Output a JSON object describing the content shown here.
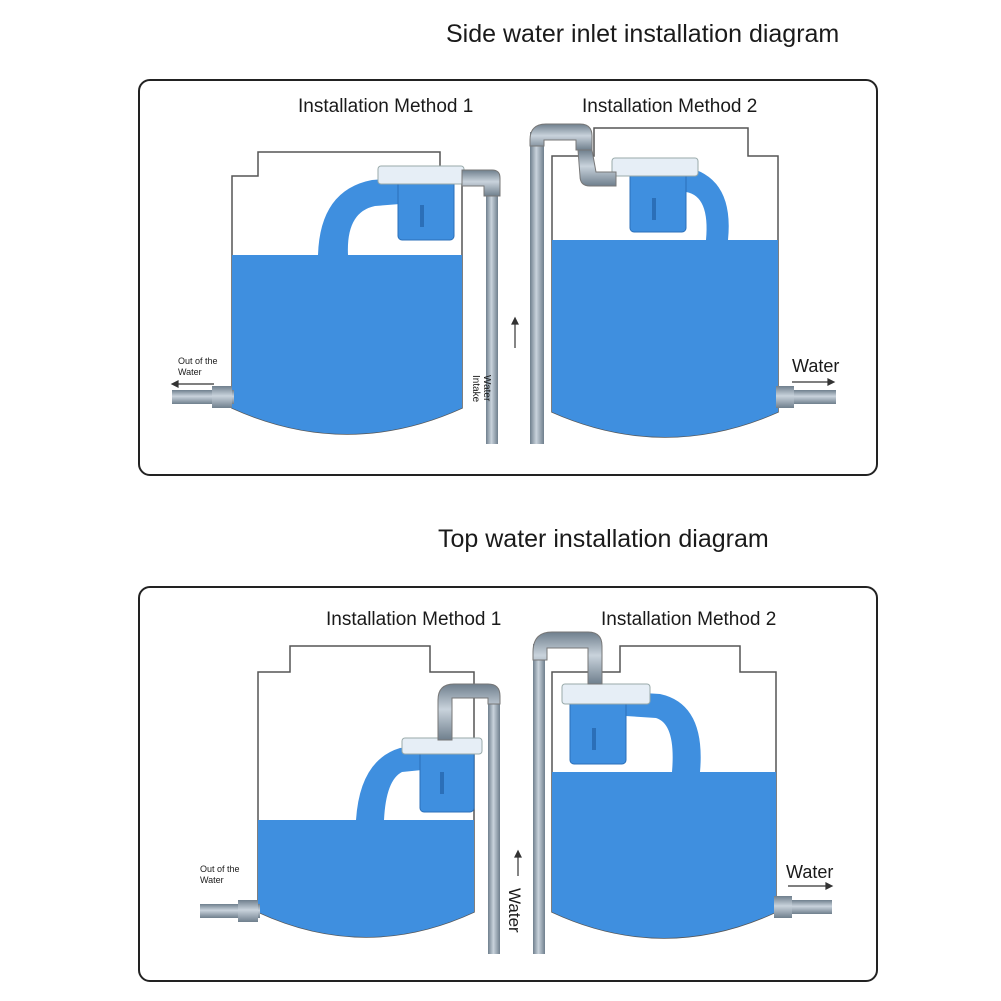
{
  "colors": {
    "water": "#3f8fdf",
    "tank_outline": "#555555",
    "pipe": "#8a9aa8",
    "valve": "#e6eef6"
  },
  "side": {
    "title": "Side water inlet installation diagram",
    "method1_label": "Installation Method 1",
    "method2_label": "Installation Method 2",
    "outlet_label": "Out of the\nWater",
    "intake_label": "Water\nIntake",
    "water_label": "Water"
  },
  "top": {
    "title": "Top water installation diagram",
    "method1_label": "Installation Method 1",
    "method2_label": "Installation Method 2",
    "outlet_label": "Out of the\nWater",
    "intake_label": "Water",
    "water_label": "Water"
  }
}
